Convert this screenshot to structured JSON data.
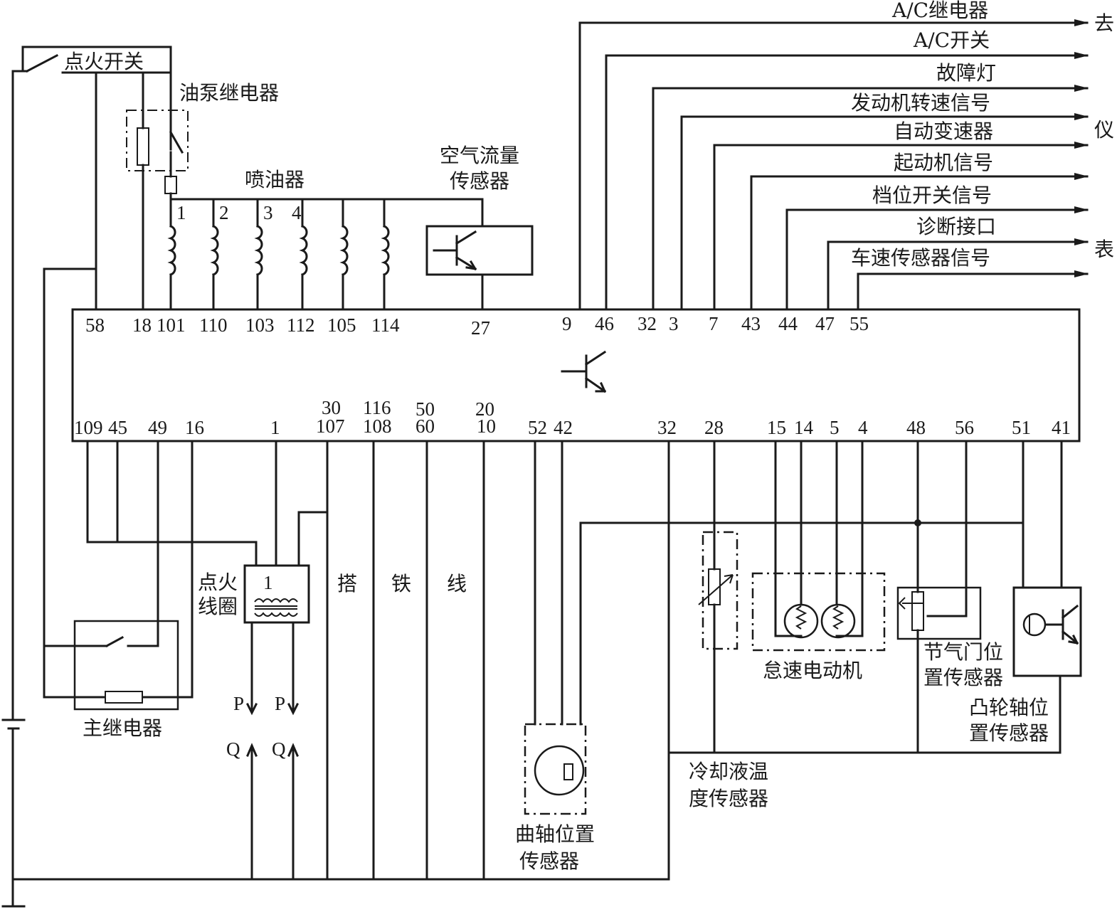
{
  "labels": {
    "ignition_switch": "点火开关",
    "fuel_pump_relay": "油泵继电器",
    "injectors": "喷油器",
    "injector_numbers": [
      "1",
      "2",
      "3",
      "4"
    ],
    "airflow_sensor_line1": "空气流量",
    "airflow_sensor_line2": "传感器",
    "main_relay": "主继电器",
    "ignition_coil_line1": "点火",
    "ignition_coil_line2": "线圈",
    "coil_number": "1",
    "ground_1": "搭",
    "ground_2": "铁",
    "ground_3": "线",
    "p1": "P",
    "p2": "P",
    "q1": "Q",
    "q2": "Q",
    "crank_sensor_line1": "曲轴位置",
    "crank_sensor_line2": "传感器",
    "coolant_sensor_line1": "冷却液温",
    "coolant_sensor_line2": "度传感器",
    "idle_motor": "怠速电动机",
    "throttle_sensor_line1": "节气门位",
    "throttle_sensor_line2": "置传感器",
    "cam_sensor_line1": "凸轮轴位",
    "cam_sensor_line2": "置传感器",
    "to_dashboard_1": "去",
    "to_dashboard_2": "仪",
    "to_dashboard_3": "表"
  },
  "signals": [
    "A/C继电器",
    "A/C开关",
    "故障灯",
    "发动机转速信号",
    "自动变速器",
    "起动机信号",
    "档位开关信号",
    "诊断接口",
    "车速传感器信号"
  ],
  "top_pins": [
    "58",
    "18",
    "101",
    "110",
    "103",
    "112",
    "105",
    "114",
    "27",
    "9",
    "46",
    "32",
    "3",
    "7",
    "43",
    "44",
    "47",
    "55"
  ],
  "bottom_pins": [
    "109",
    "45",
    "49",
    "16",
    "1",
    "30",
    "107",
    "116",
    "108",
    "50",
    "60",
    "20",
    "10",
    "52",
    "42",
    "32",
    "28",
    "15",
    "14",
    "5",
    "4",
    "48",
    "56",
    "51",
    "41"
  ]
}
